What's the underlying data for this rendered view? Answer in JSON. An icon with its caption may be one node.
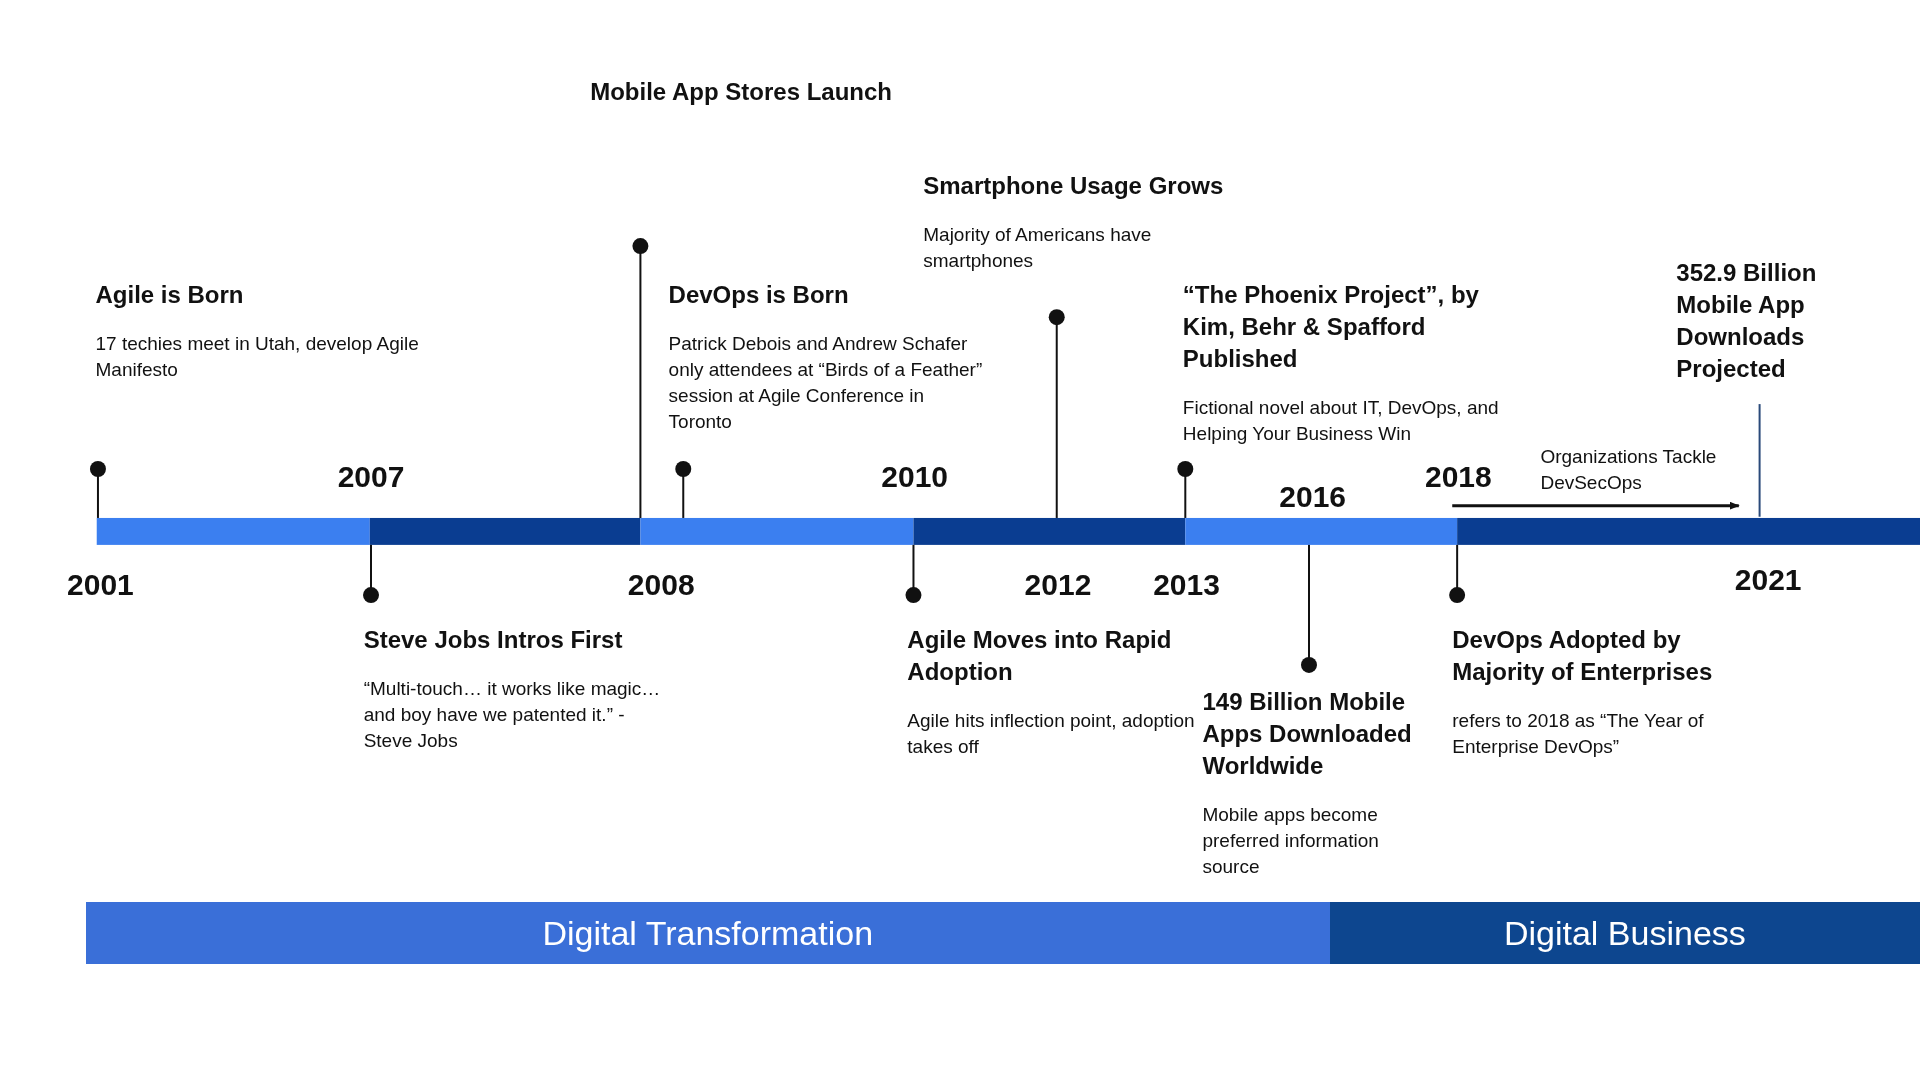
{
  "diagram": {
    "nodes": [
      {
        "text": [
          "Agile is Born",
          "17 techies meet in Utah, develop Agile Manifesto"
        ]
      },
      {
        "text": [
          "Steve Jobs Intros First",
          "“Multi-touch… it works like magic… and boy have we patented it.”  - Steve Jobs"
        ]
      },
      {
        "text": [
          "Mobile App Stores Launch"
        ]
      },
      {
        "text": [
          "DevOps is Born",
          "Patrick Debois and Andrew Schafer only attendees at “Birds of a Feather” session at Agile Conference in Toronto"
        ]
      },
      {
        "text": [
          "Agile Moves into Rapid Adoption",
          "Agile hits inflection point, adoption takes off"
        ]
      },
      {
        "text": [
          "Smartphone Usage Grows",
          "Majority of Americans have smartphones"
        ]
      },
      {
        "text": [
          "“The Phoenix Project”, by Kim, Behr & Spafford Published",
          "Fictional novel about IT, DevOps, and Helping Your Business Win"
        ]
      },
      {
        "text": [
          "149 Billion Mobile Apps Downloaded Worldwide",
          "Mobile apps become preferred information source"
        ]
      },
      {
        "text": [
          "DevOps Adopted by Majority of Enterprises",
          "refers to 2018 as “The Year of Enterprise DevOps”"
        ]
      },
      {
        "text": [
          "352.9 Billion Mobile App Downloads Projected"
        ]
      },
      {
        "text": [
          "Digital Transformation"
        ]
      },
      {
        "text": [
          "Digital Business"
        ]
      }
    ],
    "labels": [
      "2001",
      "2007",
      "2008",
      "2010",
      "2012",
      "2013",
      "2016",
      "2018",
      "2021",
      "Organizations Tackle DevSecOps"
    ]
  }
}
